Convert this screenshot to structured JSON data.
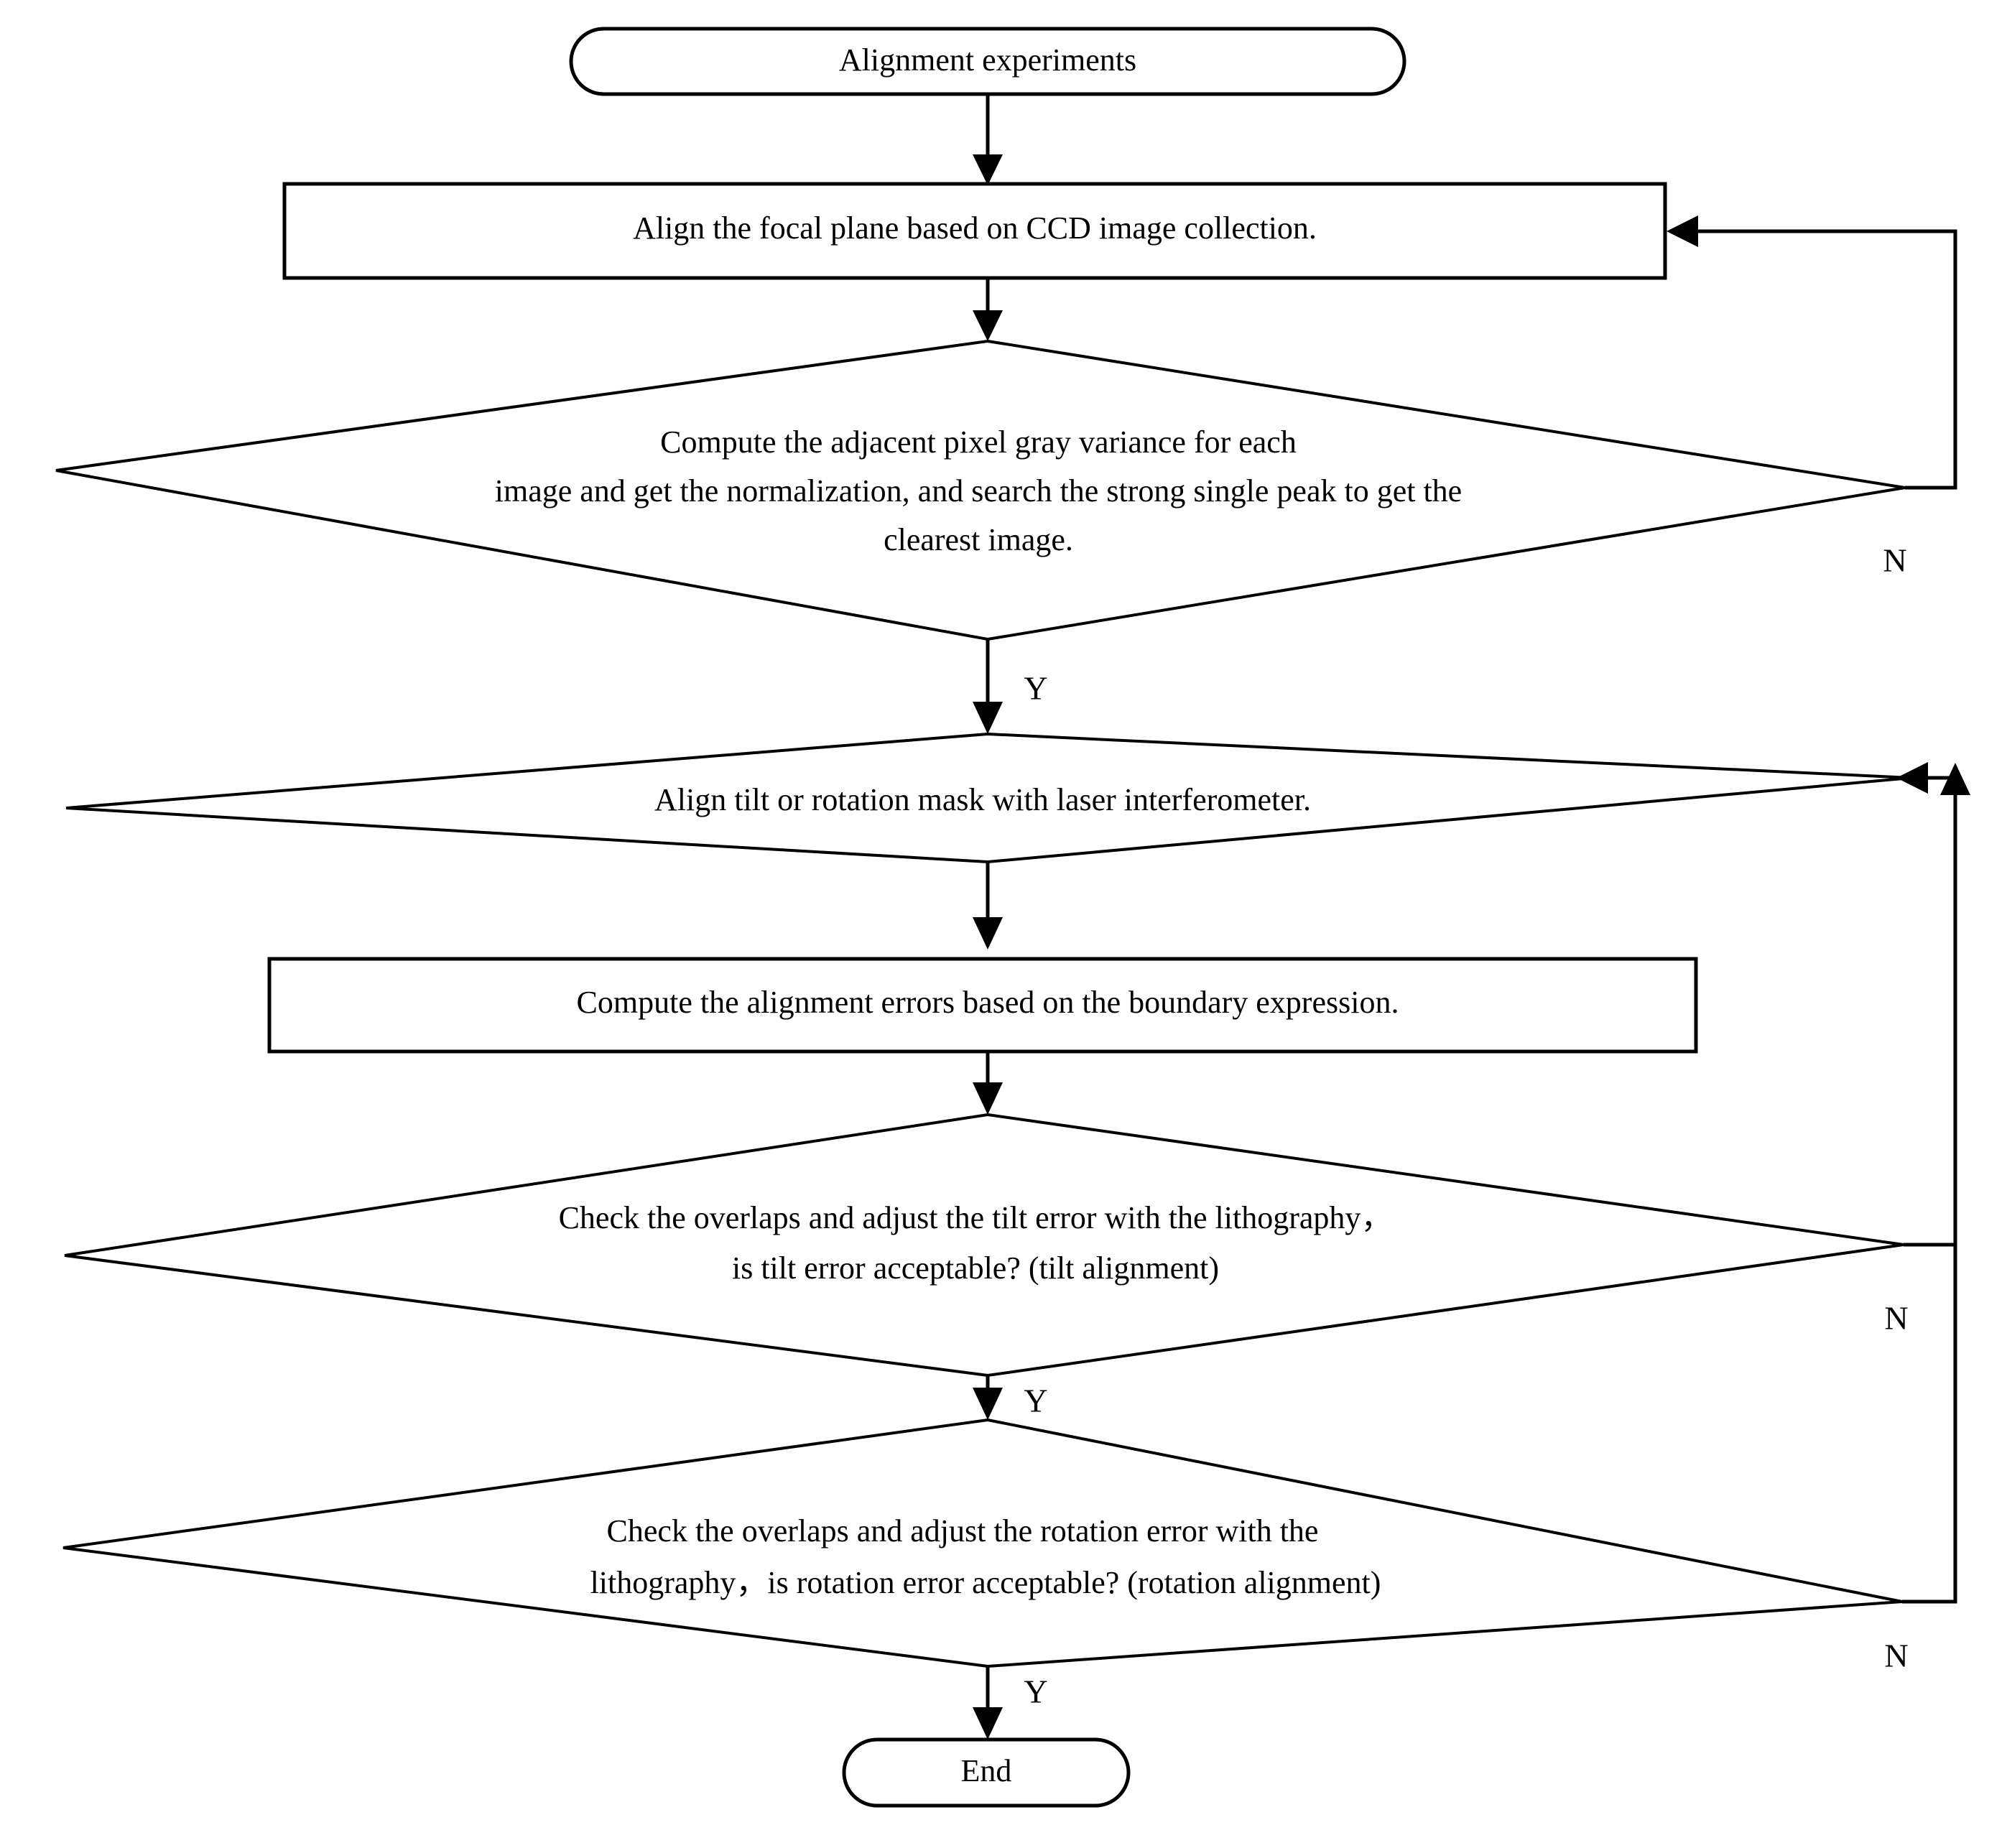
{
  "diagram": {
    "type": "flowchart",
    "title": "Alignment experiments flowchart",
    "background_color": "#ffffff",
    "line_color": "#000000",
    "text_color": "#000000",
    "nodes": {
      "start": {
        "shape": "terminator",
        "label": "Alignment experiments"
      },
      "focal_plane": {
        "shape": "process",
        "label": "Align the focal plane based on CCD image collection."
      },
      "gray_variance": {
        "shape": "decision",
        "line1": "Compute the adjacent pixel gray variance for each",
        "line2": "image and get the normalization, and search the strong single peak to get the",
        "line3": "clearest image."
      },
      "interferometer": {
        "shape": "decision",
        "label": "Align tilt or rotation mask with laser interferometer."
      },
      "alignment_errors": {
        "shape": "process",
        "label": "Compute the alignment errors based on the boundary expression."
      },
      "tilt_check": {
        "shape": "decision",
        "line1": "Check the overlaps and adjust the tilt error with the lithography，",
        "line2": "is tilt error acceptable? (tilt alignment)"
      },
      "rotation_check": {
        "shape": "decision",
        "line1": "Check the overlaps and adjust the rotation error with the",
        "line2": "lithography，is rotation error acceptable? (rotation alignment)"
      },
      "end": {
        "shape": "terminator",
        "label": "End"
      }
    },
    "branch_labels": {
      "gray_variance_no": "N",
      "gray_variance_yes": "Y",
      "tilt_check_no": "N",
      "tilt_check_yes": "Y",
      "rotation_check_no": "N",
      "rotation_check_yes": "Y"
    }
  }
}
